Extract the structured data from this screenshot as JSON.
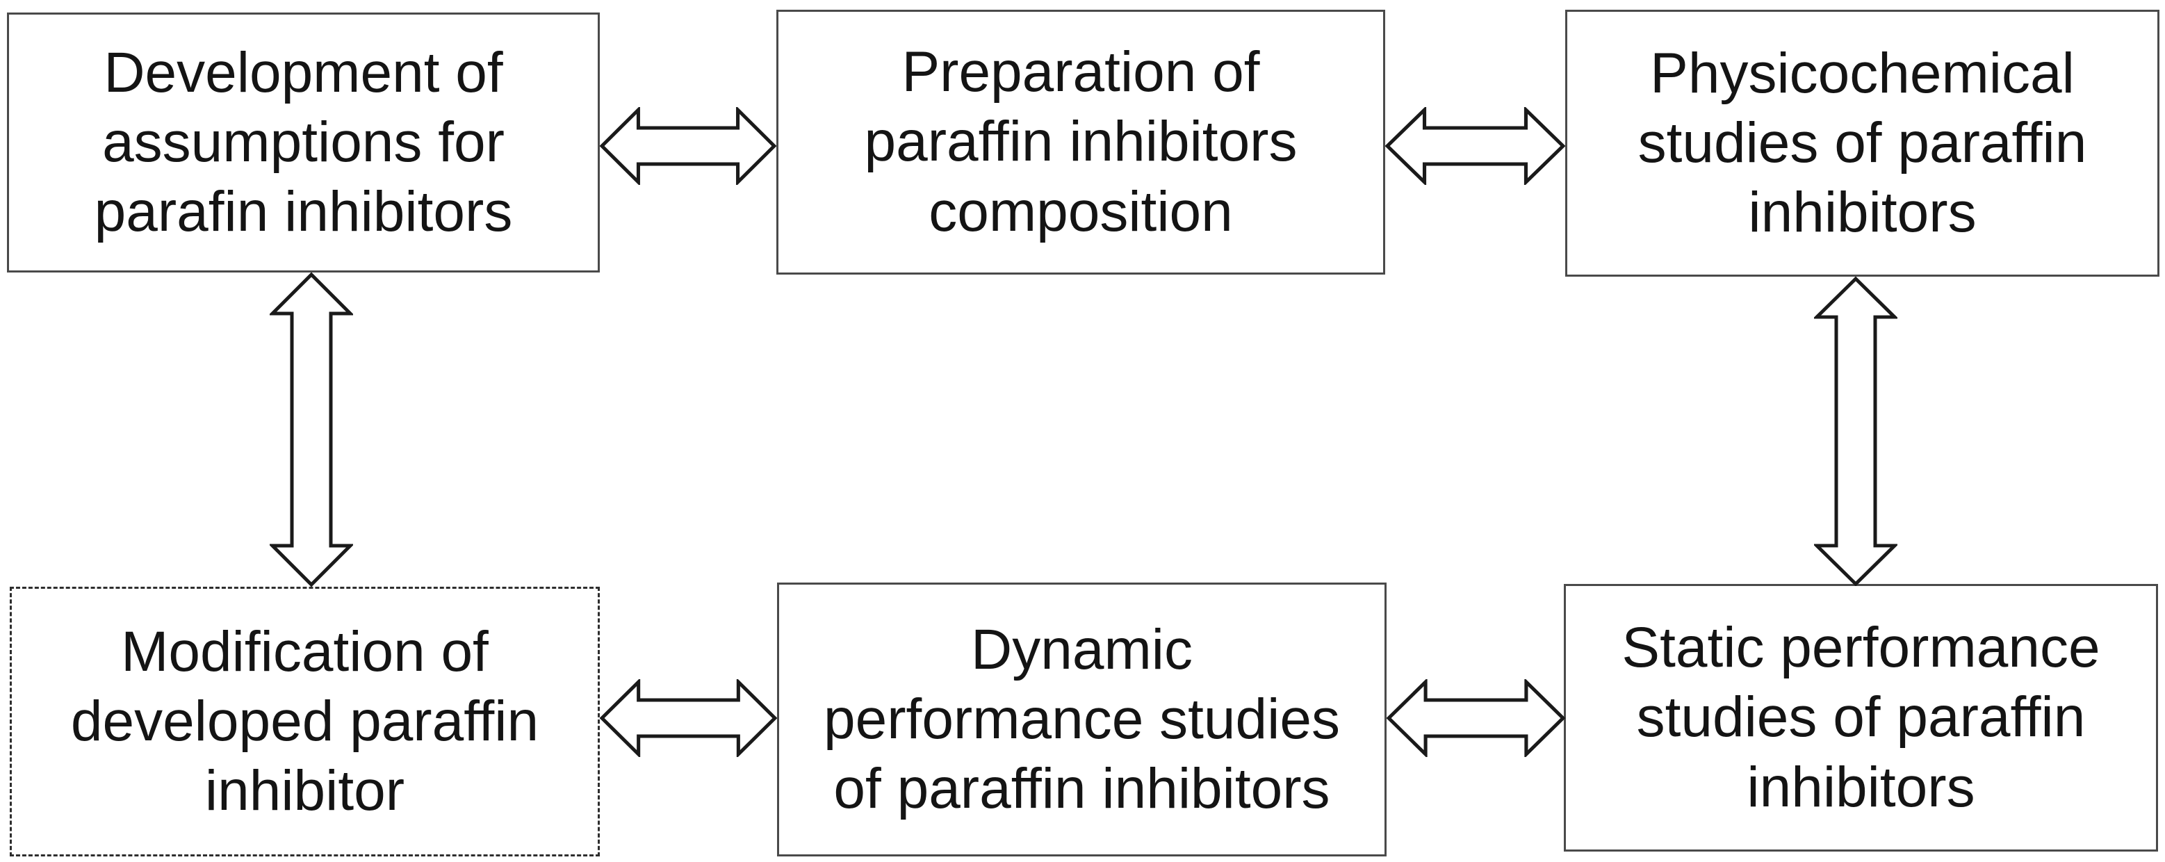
{
  "figure": {
    "type": "flowchart",
    "description": "Workflow diagram for paraffin inhibitor development",
    "background_color": "#ffffff",
    "box_border_color": "#4a4a4a",
    "dashed_box_border_color": "#2e2e2e",
    "arrow_outline_color": "#1a1a1a",
    "arrow_fill_color": "#ffffff",
    "text_color": "#141414"
  },
  "boxes": [
    {
      "id": "development",
      "label": "Development of\nassumptions for\nparafin inhibitors",
      "border_style": "solid",
      "row": "top",
      "column": "left"
    },
    {
      "id": "preparation",
      "label": "Preparation of\nparaffin inhibitors\ncomposition",
      "border_style": "solid",
      "row": "top",
      "column": "middle"
    },
    {
      "id": "physicochemical",
      "label": "Physicochemical\nstudies of paraffin\ninhibitors",
      "border_style": "solid",
      "row": "top",
      "column": "right"
    },
    {
      "id": "modification",
      "label": "Modification of\ndeveloped paraffin\ninhibitor",
      "border_style": "dashed",
      "row": "bottom",
      "column": "left"
    },
    {
      "id": "dynamic",
      "label": "Dynamic\nperformance studies\nof paraffin inhibitors",
      "border_style": "solid",
      "row": "bottom",
      "column": "middle"
    },
    {
      "id": "static",
      "label": "Static performance\nstudies of paraffin\ninhibitors",
      "border_style": "solid",
      "row": "bottom",
      "column": "right"
    }
  ],
  "connectors": [
    {
      "from": "development",
      "to": "preparation",
      "type": "hollow-double-arrow",
      "orientation": "horizontal"
    },
    {
      "from": "preparation",
      "to": "physicochemical",
      "type": "hollow-double-arrow",
      "orientation": "horizontal"
    },
    {
      "from": "development",
      "to": "modification",
      "type": "hollow-double-arrow",
      "orientation": "vertical"
    },
    {
      "from": "physicochemical",
      "to": "static",
      "type": "hollow-double-arrow",
      "orientation": "vertical"
    },
    {
      "from": "modification",
      "to": "dynamic",
      "type": "hollow-double-arrow",
      "orientation": "horizontal"
    },
    {
      "from": "dynamic",
      "to": "static",
      "type": "hollow-double-arrow",
      "orientation": "horizontal"
    }
  ]
}
